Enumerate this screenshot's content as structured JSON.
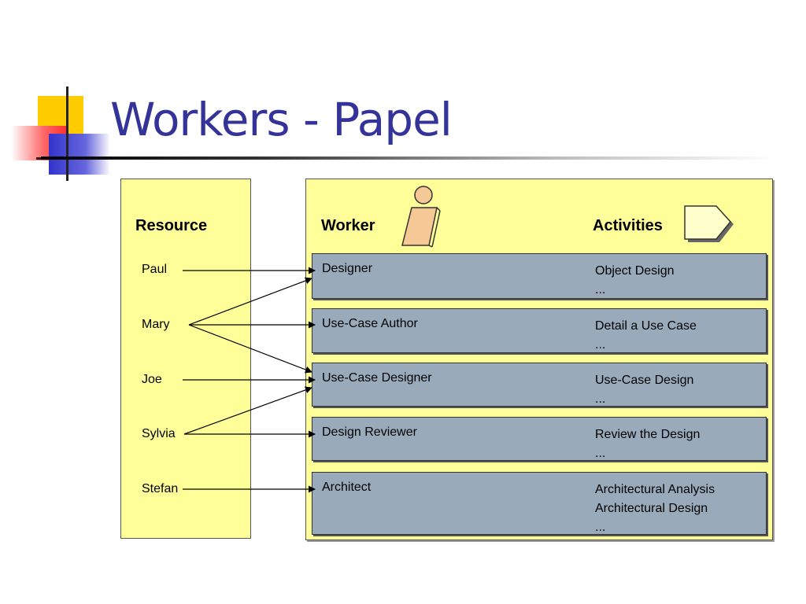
{
  "title": "Workers - Papel",
  "resource_header": "Resource",
  "worker_header": "Worker",
  "activities_header": "Activities",
  "resources": [
    "Paul",
    "Mary",
    "Joe",
    "Sylvia",
    "Stefan"
  ],
  "workers": [
    {
      "role": "Designer",
      "activities": [
        "Object Design",
        "..."
      ]
    },
    {
      "role": "Use-Case Author",
      "activities": [
        "Detail a Use Case",
        "..."
      ]
    },
    {
      "role": "Use-Case Designer",
      "activities": [
        "Use-Case Design",
        "..."
      ]
    },
    {
      "role": "Design Reviewer",
      "activities": [
        "Review the Design",
        "..."
      ]
    },
    {
      "role": "Architect",
      "activities": [
        "Architectural Analysis",
        "Architectural Design",
        "..."
      ]
    }
  ],
  "assignments": [
    {
      "resource": "Paul",
      "worker": "Designer"
    },
    {
      "resource": "Mary",
      "worker": "Designer"
    },
    {
      "resource": "Mary",
      "worker": "Use-Case Author"
    },
    {
      "resource": "Mary",
      "worker": "Use-Case Designer"
    },
    {
      "resource": "Joe",
      "worker": "Use-Case Designer"
    },
    {
      "resource": "Sylvia",
      "worker": "Use-Case Designer"
    },
    {
      "resource": "Sylvia",
      "worker": "Design Reviewer"
    },
    {
      "resource": "Stefan",
      "worker": "Architect"
    }
  ],
  "colors": {
    "title": "#333399",
    "panel": "#ffff99",
    "row": "#99aabb",
    "logo_yellow": "#ffcc00",
    "logo_red": "#ff3333",
    "logo_blue": "#3333cc"
  },
  "icons": [
    "worker-person-icon",
    "activity-arrow-icon"
  ]
}
